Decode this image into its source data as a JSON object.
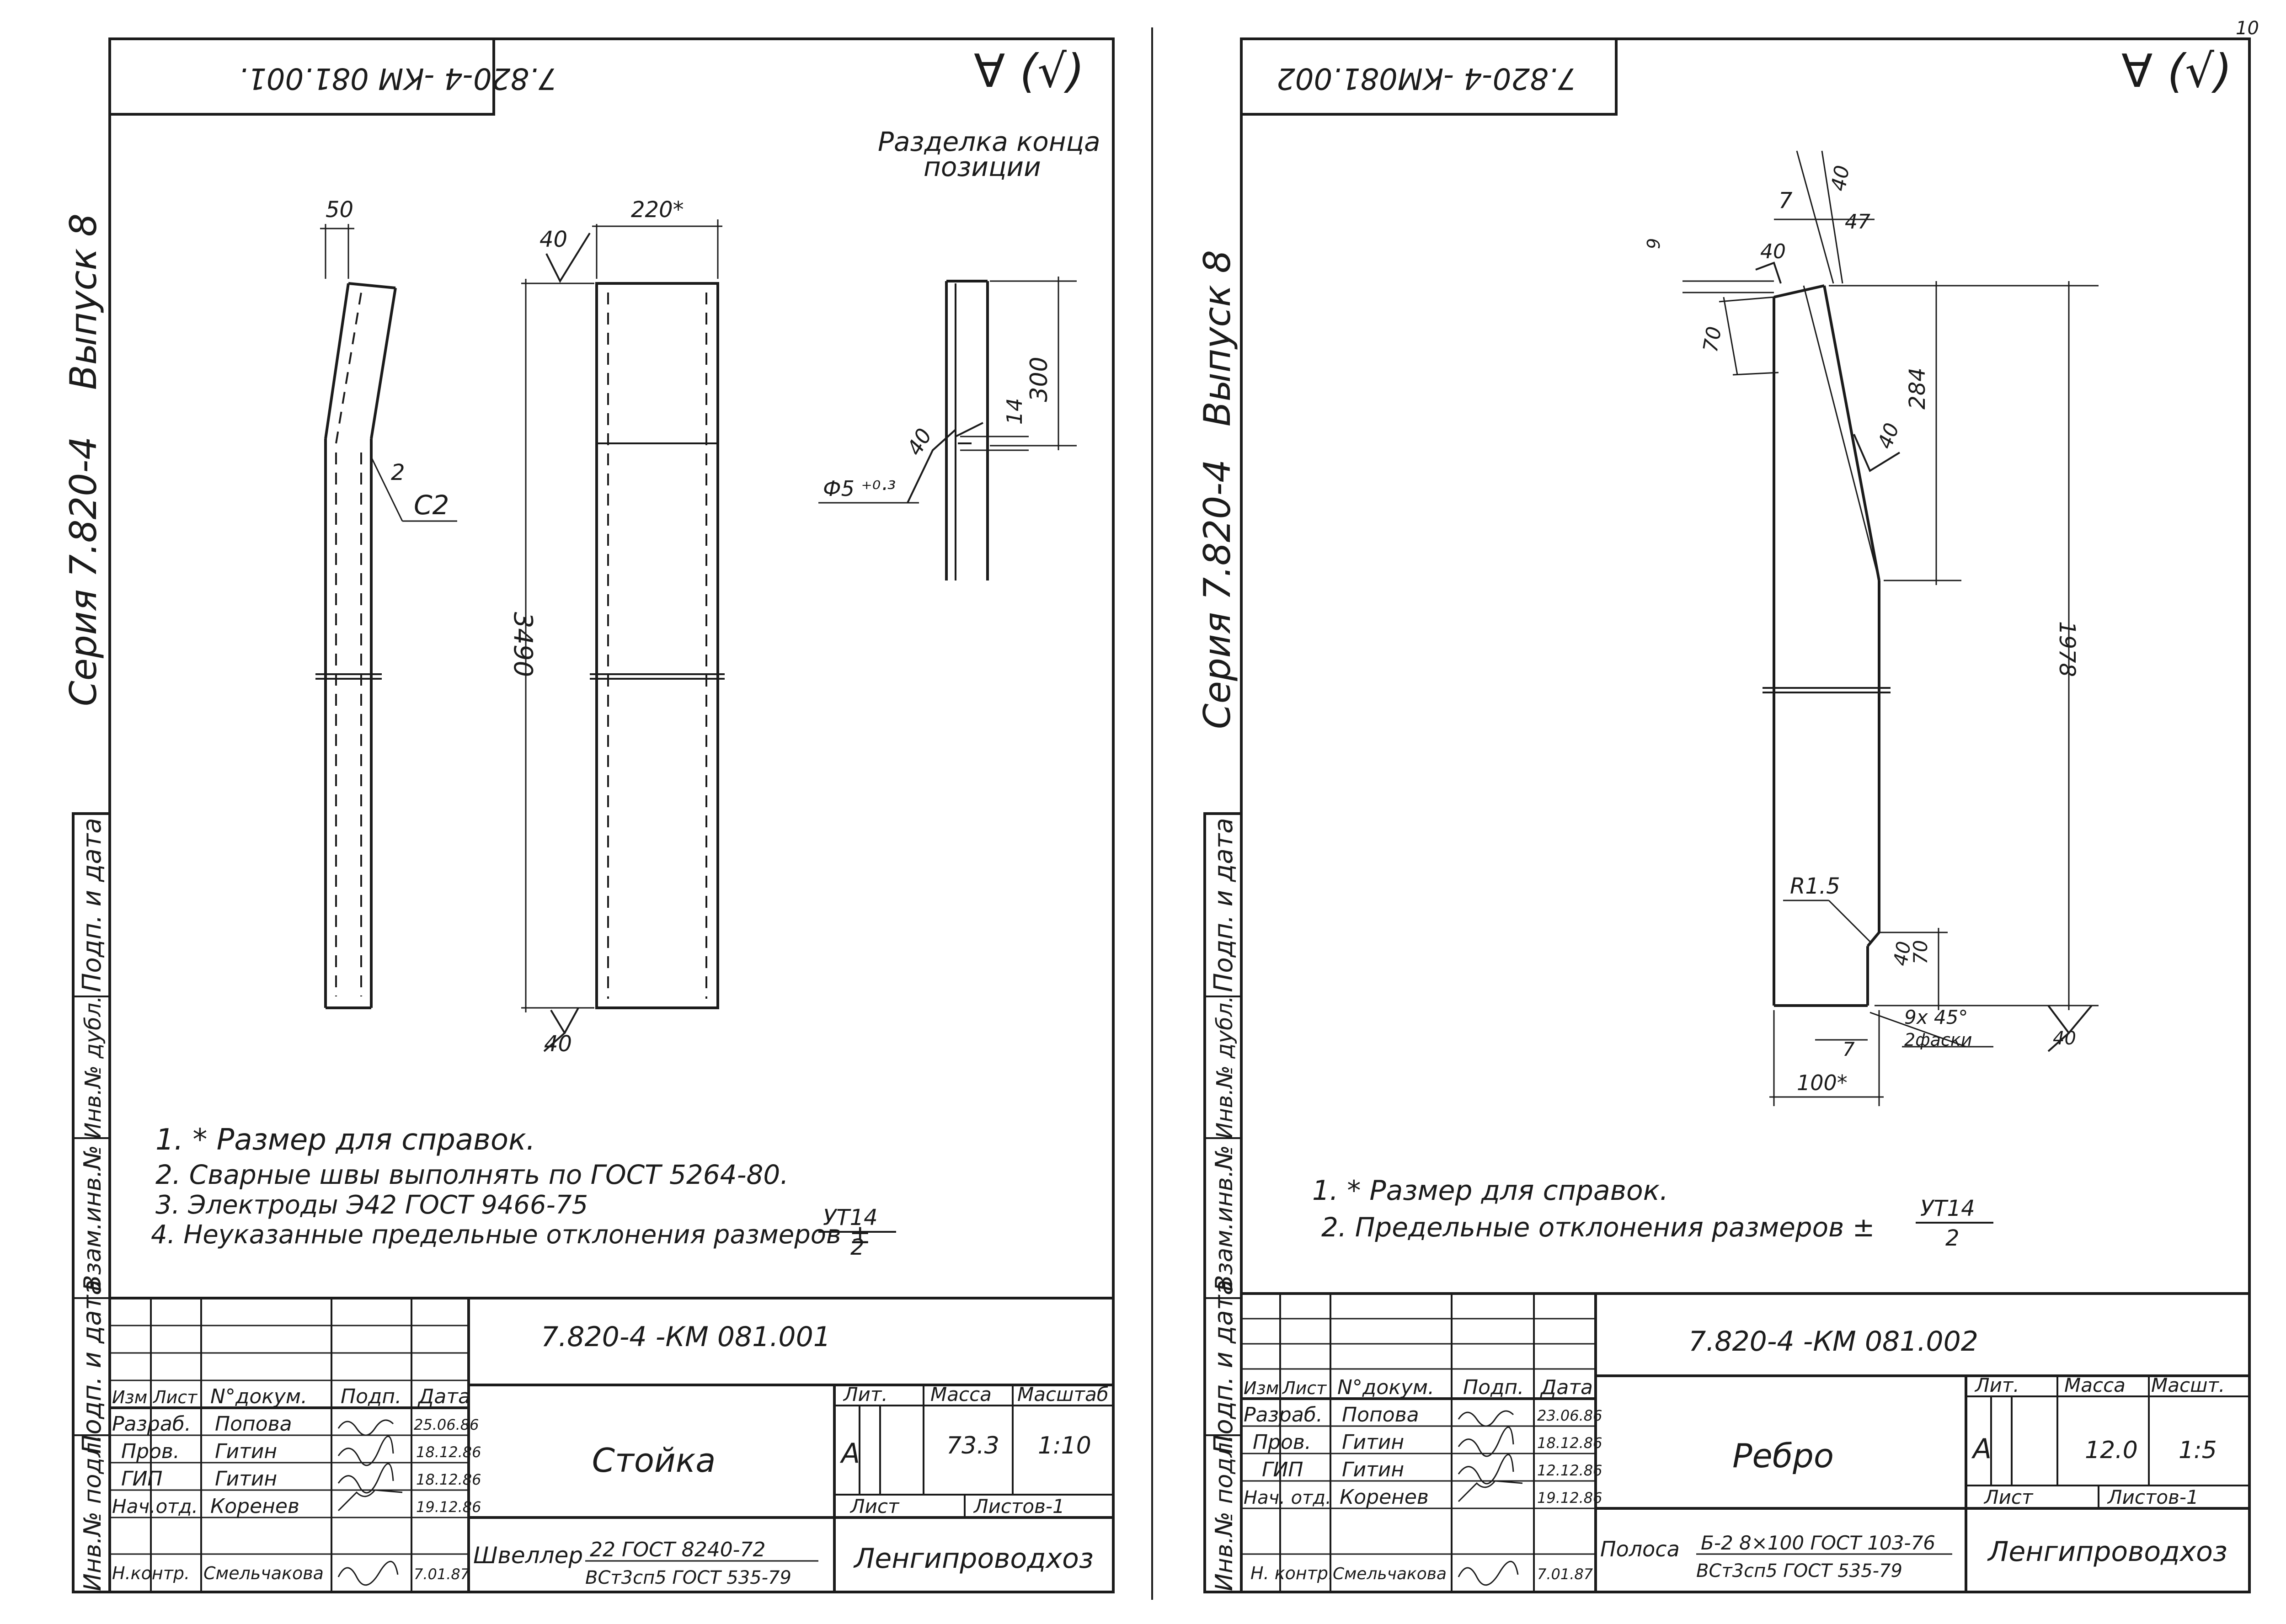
{
  "sheets": [
    {
      "top_code_mirrored": "7.820-4 -КМ 081.001.",
      "roughness_mark": "∀ (√)",
      "side_series": "Серия 7.820-4",
      "side_issue": "Выпуск 8",
      "left_column_labels": [
        "Инв.№ подл.",
        "Подп. и дата",
        "Взам.инв.№",
        "Инв.№ дубл.",
        "Подп. и дата"
      ],
      "detail_title_line1": "Разделка конца",
      "detail_title_line2": "позиции",
      "dims": {
        "d50": "50",
        "d220": "220*",
        "d40a": "40",
        "d3490": "3490",
        "d40b": "40",
        "c2": "C2",
        "d2": "2",
        "d300": "300",
        "d14": "14",
        "d40c": "40",
        "phi": "Ф5 ⁺⁰·³"
      },
      "notes": [
        "1. * Размер для справок.",
        "2. Сварные швы выполнять по ГОСТ 5264-80.",
        "3. Электроды Э42 ГОСТ 9466-75",
        "4. Неуказанные предельные отклонения размеров ±"
      ],
      "notes_fraction_num": "УТ14",
      "notes_fraction_den": "2",
      "title_block": {
        "code": "7.820-4 -КМ 081.001",
        "name": "Стойка",
        "lit_label": "Лит.",
        "mass_label": "Масса",
        "scale_label": "Масштаб",
        "lit_value": "А",
        "mass_value": "73.3",
        "scale_value": "1:10",
        "sheet_label": "Лист",
        "sheets_label": "Листов-1",
        "header_cells": [
          "Изм",
          "Лист",
          "N°докум.",
          "Подп.",
          "Дата"
        ],
        "rows": [
          {
            "role": "Разраб.",
            "name": "Попова",
            "sign": "Попова",
            "date": "25.06.86"
          },
          {
            "role": "Пров.",
            "name": "Гитин",
            "sign": "Гитин",
            "date": "18.12.86"
          },
          {
            "role": "ГИП",
            "name": "Гитин",
            "sign": "Гитин",
            "date": "18.12.86"
          },
          {
            "role": "Нач.отд.",
            "name": "Коренев",
            "sign": "Коренев",
            "date": "19.12.86"
          },
          {
            "role": "Н.контр.",
            "name": "Смельчакова",
            "sign": "Смельчакова",
            "date": "7.01.87"
          }
        ],
        "material_prefix": "Швеллер",
        "material_top": "22 ГОСТ 8240-72",
        "material_bottom": "ВСт3сп5 ГОСТ 535-79",
        "org": "Ленгипроводхоз"
      }
    },
    {
      "top_code_mirrored": "7.820-4 -КМ081.002",
      "roughness_mark": "∀ (√)",
      "side_series": "Серия 7.820-4",
      "side_issue": "Выпуск 8",
      "left_column_labels": [
        "Инв.№ подл.",
        "Подп. и дата",
        "Взам.инв.№",
        "Инв.№ дубл.",
        "Подп. и дата"
      ],
      "dims": {
        "d7": "7",
        "d40a": "40",
        "d47": "47",
        "d9": "9",
        "d40b": "40",
        "d70a": "70",
        "d284": "284",
        "d40c": "40",
        "d1978": "1978",
        "r15": "R1.5",
        "d40d": "40",
        "d70b": "70",
        "chamfer": "9x 45°",
        "chamfer2": "2фаски",
        "d7b": "7",
        "d100": "100*",
        "d40e": "40"
      },
      "notes": [
        "1. * Размер для справок.",
        "2. Предельные отклонения размеров ±"
      ],
      "notes_fraction_num": "УТ14",
      "notes_fraction_den": "2",
      "title_block": {
        "code": "7.820-4 -КМ 081.002",
        "name": "Ребро",
        "lit_label": "Лит.",
        "mass_label": "Масса",
        "scale_label": "Масшт.",
        "lit_value": "А",
        "mass_value": "12.0",
        "scale_value": "1:5",
        "sheet_label": "Лист",
        "sheets_label": "Листов-1",
        "header_cells": [
          "Изм",
          "Лист",
          "N°докум.",
          "Подп.",
          "Дата"
        ],
        "rows": [
          {
            "role": "Разраб.",
            "name": "Попова",
            "sign": "Попова",
            "date": "23.06.86"
          },
          {
            "role": "Пров.",
            "name": "Гитин",
            "sign": "Гитин",
            "date": "18.12.86"
          },
          {
            "role": "ГИП",
            "name": "Гитин",
            "sign": "Гитин",
            "date": "12.12.86"
          },
          {
            "role": "Нач. отд.",
            "name": "Коренев",
            "sign": "Коренев",
            "date": "19.12.86"
          },
          {
            "role": "Н. контр.",
            "name": "Смельчакова",
            "sign": "Смельчакова",
            "date": "7.01.87"
          }
        ],
        "material_prefix": "Полоса",
        "material_top": "Б-2 8×100 ГОСТ 103-76",
        "material_bottom": "ВСт3сп5 ГОСТ 535-79",
        "org": "Ленгипроводхоз"
      }
    }
  ],
  "page_number": "10"
}
